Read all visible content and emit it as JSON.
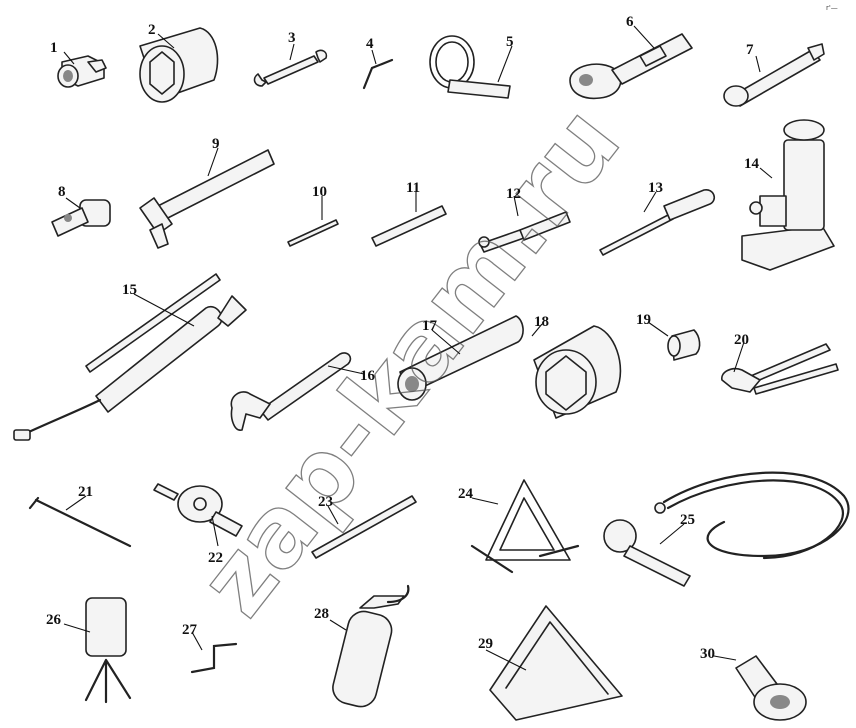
{
  "figure": {
    "corner_mark": "r'—",
    "watermark": "zap-kam.ru",
    "items": [
      {
        "n": "1"
      },
      {
        "n": "2"
      },
      {
        "n": "3"
      },
      {
        "n": "4"
      },
      {
        "n": "5"
      },
      {
        "n": "6"
      },
      {
        "n": "7"
      },
      {
        "n": "8"
      },
      {
        "n": "9"
      },
      {
        "n": "10"
      },
      {
        "n": "11"
      },
      {
        "n": "12"
      },
      {
        "n": "13"
      },
      {
        "n": "14"
      },
      {
        "n": "15"
      },
      {
        "n": "16"
      },
      {
        "n": "17"
      },
      {
        "n": "18"
      },
      {
        "n": "19"
      },
      {
        "n": "20"
      },
      {
        "n": "21"
      },
      {
        "n": "22"
      },
      {
        "n": "23"
      },
      {
        "n": "24"
      },
      {
        "n": "25"
      },
      {
        "n": "26"
      },
      {
        "n": "27"
      },
      {
        "n": "28"
      },
      {
        "n": "29"
      },
      {
        "n": "30"
      }
    ]
  }
}
